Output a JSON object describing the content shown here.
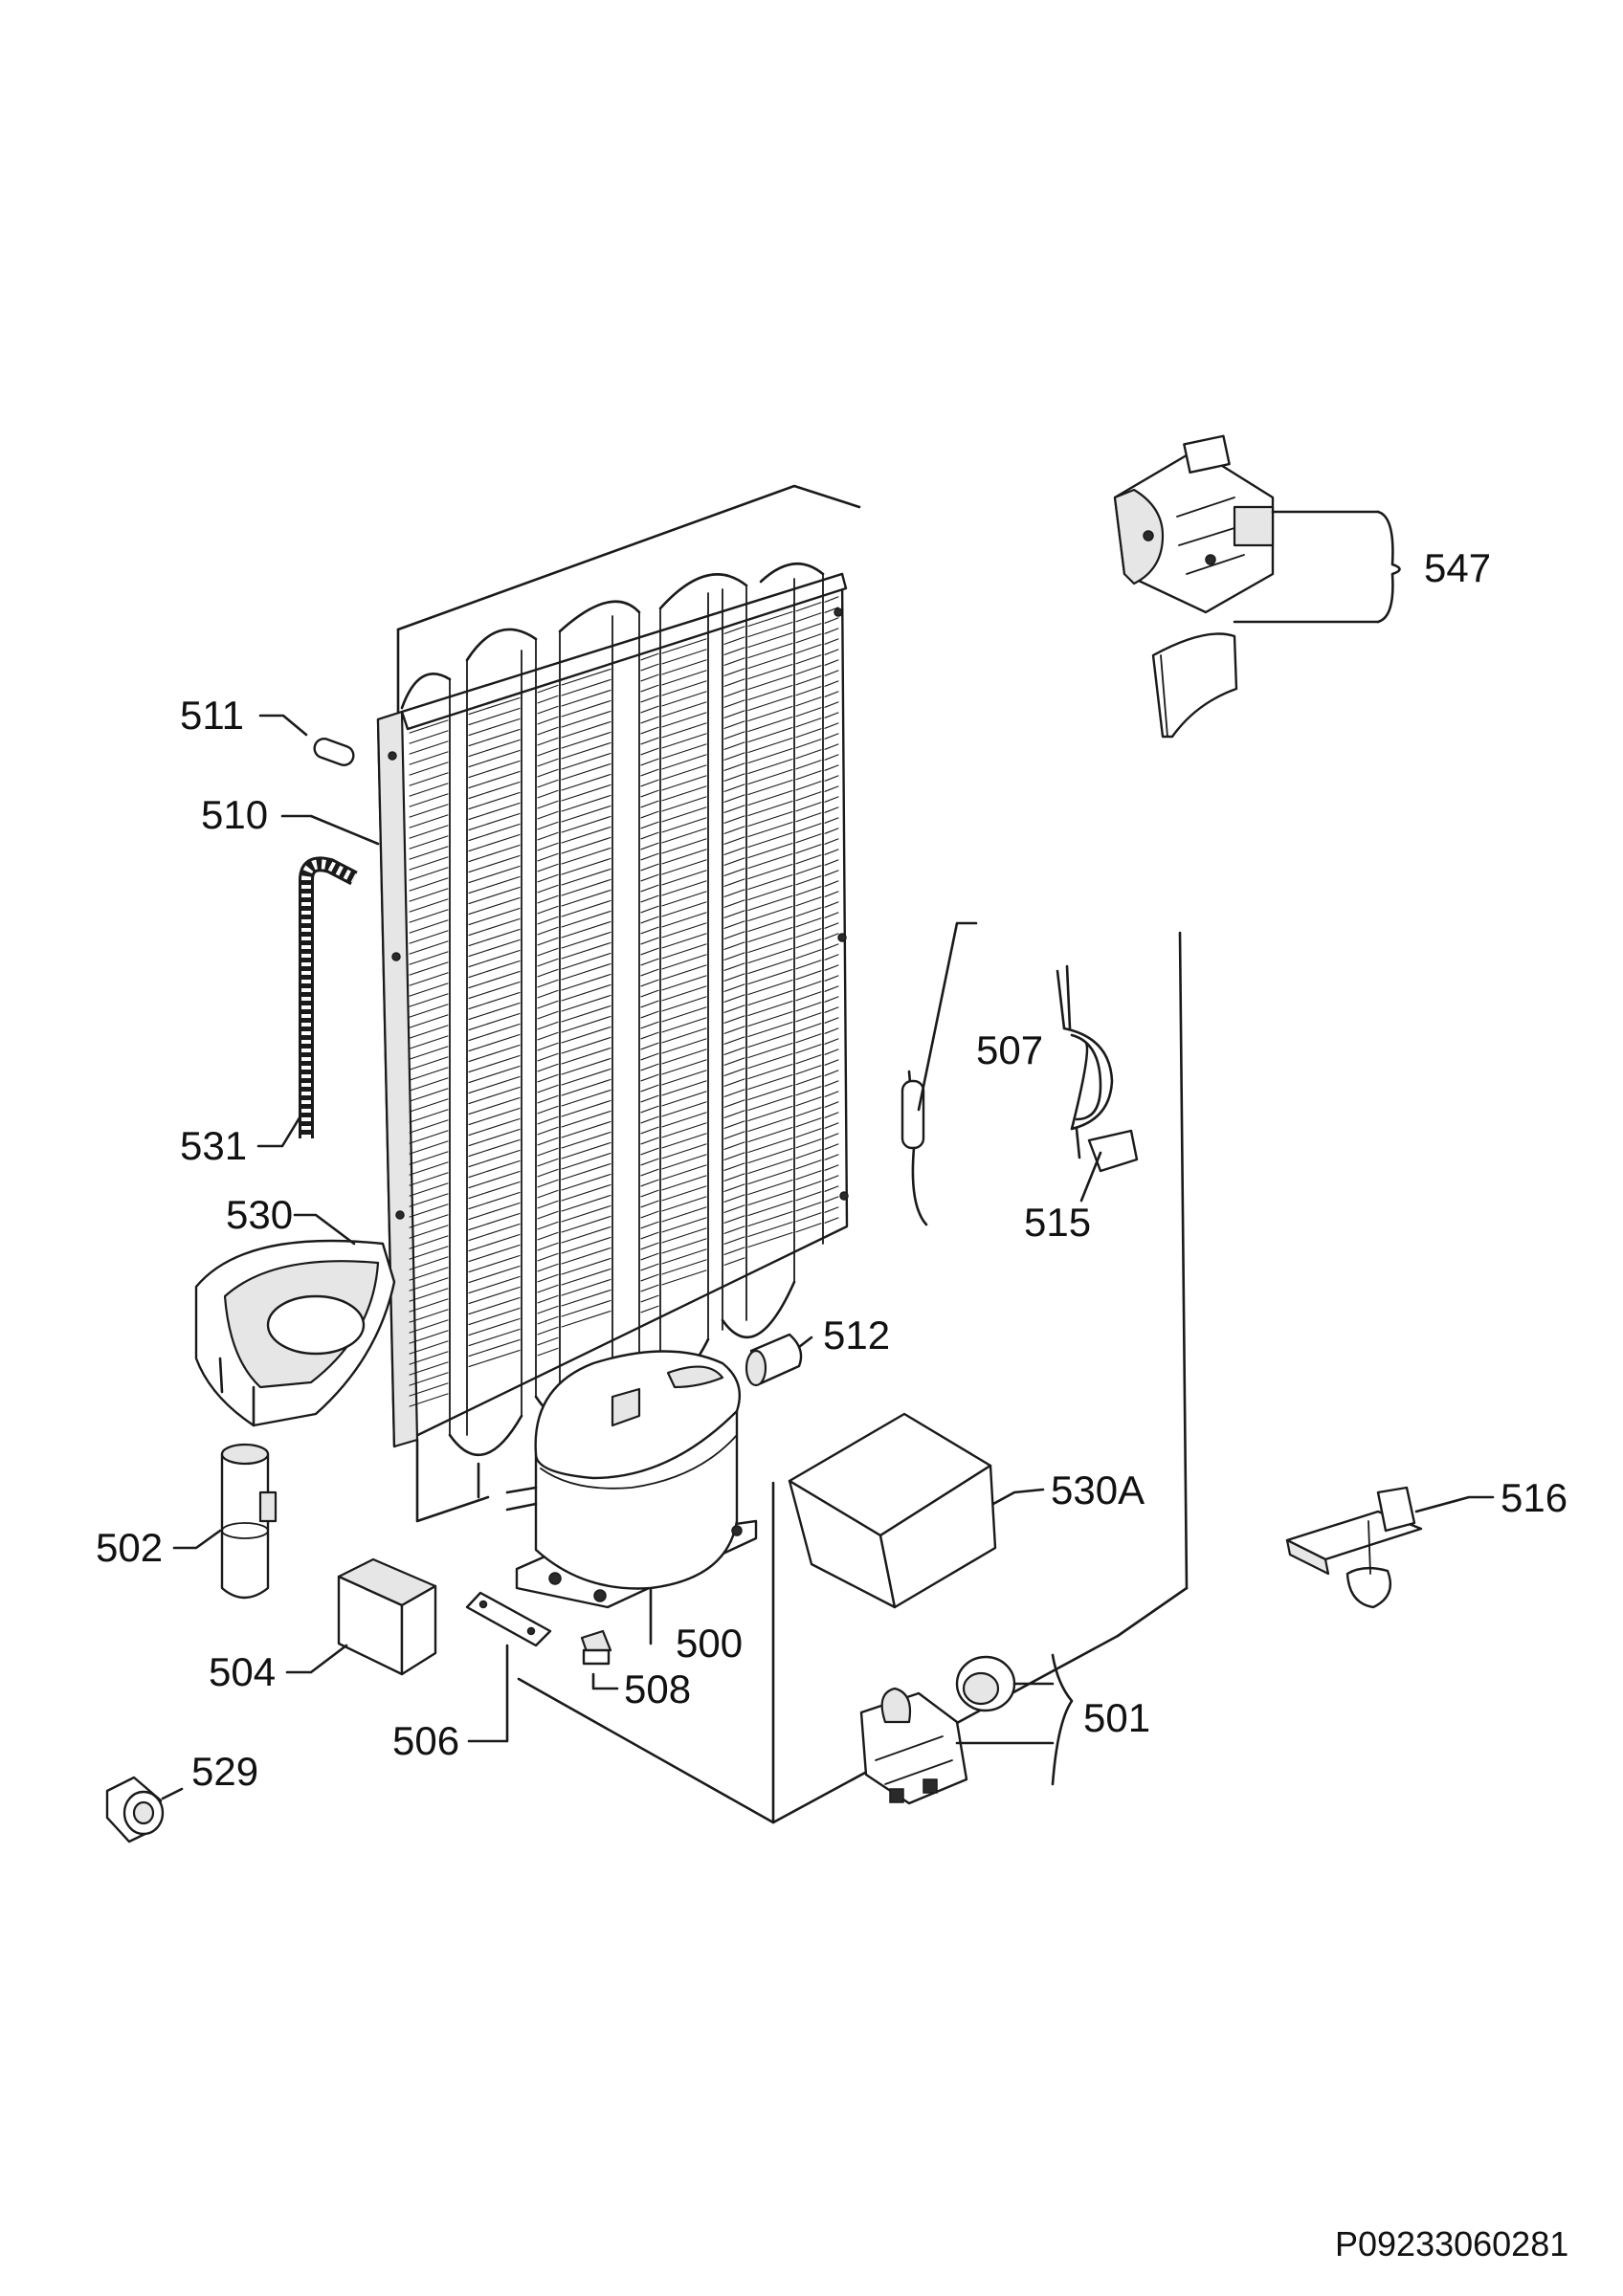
{
  "labels": {
    "p500": "500",
    "p501": "501",
    "p502": "502",
    "p504": "504",
    "p506": "506",
    "p507": "507",
    "p508": "508",
    "p510": "510",
    "p511": "511",
    "p512": "512",
    "p515": "515",
    "p516": "516",
    "p529": "529",
    "p530": "530",
    "p530a": "530A",
    "p531": "531",
    "p547": "547"
  },
  "drawing_code": "P09233060281"
}
